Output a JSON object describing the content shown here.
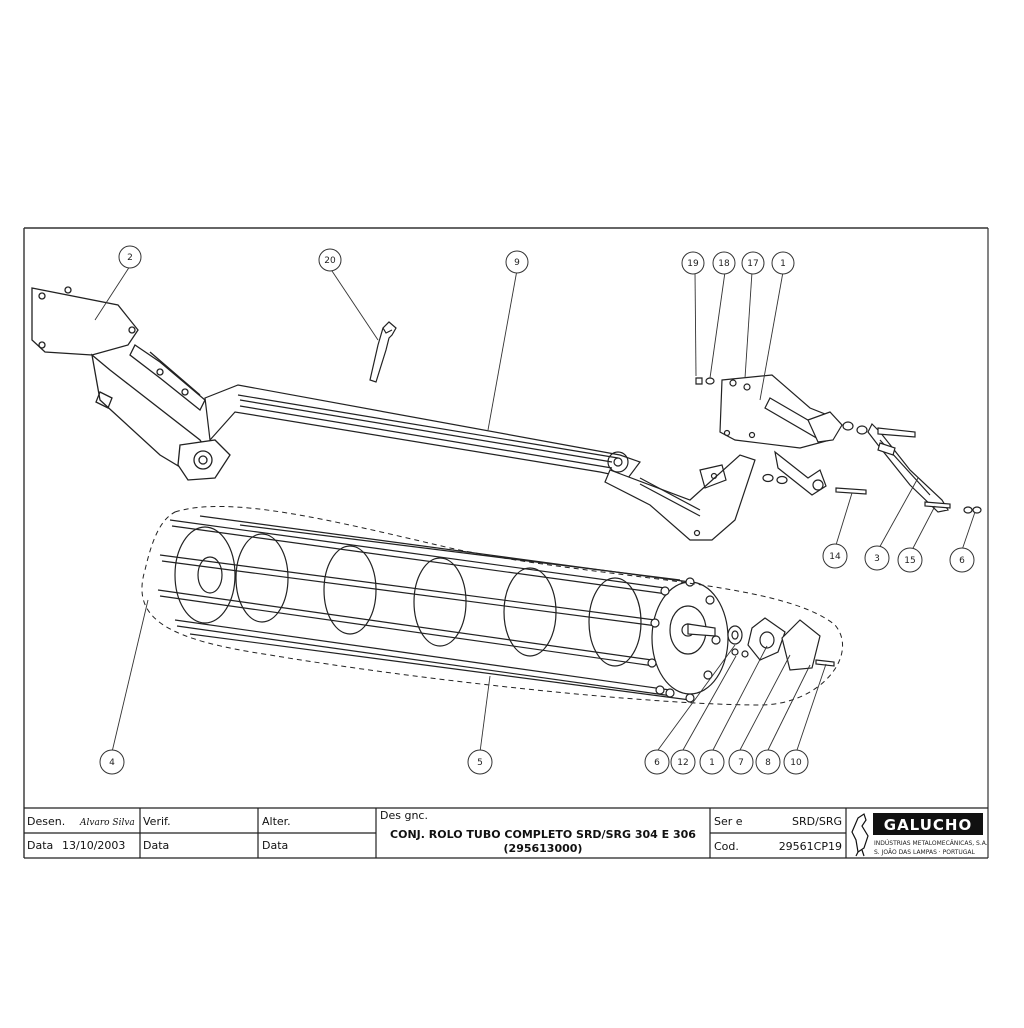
{
  "callouts": [
    {
      "id": "c-2",
      "text": "2"
    },
    {
      "id": "c-20",
      "text": "20"
    },
    {
      "id": "c-9",
      "text": "9"
    },
    {
      "id": "c-19",
      "text": "19"
    },
    {
      "id": "c-18",
      "text": "18"
    },
    {
      "id": "c-17",
      "text": "17"
    },
    {
      "id": "c-1a",
      "text": "1"
    },
    {
      "id": "c-14",
      "text": "14"
    },
    {
      "id": "c-3",
      "text": "3"
    },
    {
      "id": "c-15",
      "text": "15"
    },
    {
      "id": "c-6a",
      "text": "6"
    },
    {
      "id": "c-4",
      "text": "4"
    },
    {
      "id": "c-5",
      "text": "5"
    },
    {
      "id": "c-6b",
      "text": "6"
    },
    {
      "id": "c-12",
      "text": "12"
    },
    {
      "id": "c-1b",
      "text": "1"
    },
    {
      "id": "c-7",
      "text": "7"
    },
    {
      "id": "c-8",
      "text": "8"
    },
    {
      "id": "c-10",
      "text": "10"
    }
  ],
  "title_block": {
    "desen_label": "Desen.",
    "desen_value": "Alvaro Silva",
    "verif_label": "Verif.",
    "alter_label": "Alter.",
    "data_label_1": "Data",
    "data_value_1": "13/10/2003",
    "data_label_2": "Data",
    "data_label_3": "Data",
    "designacao_label": "Des gnc.",
    "title_line1": "CONJ. ROLO TUBO COMPLETO SRD/SRG 304 E 306",
    "title_line2": "(295613000)",
    "serie_label": "Ser e",
    "serie_value": "SRD/SRG",
    "cod_label": "Cod.",
    "cod_value": "29561CP19",
    "company_brand": "GALUCHO",
    "company_line1": "INDÚSTRIAS METALOMECÂNICAS, S.A.",
    "company_line2": "S. JOÃO DAS LAMPAS · PORTUGAL"
  }
}
